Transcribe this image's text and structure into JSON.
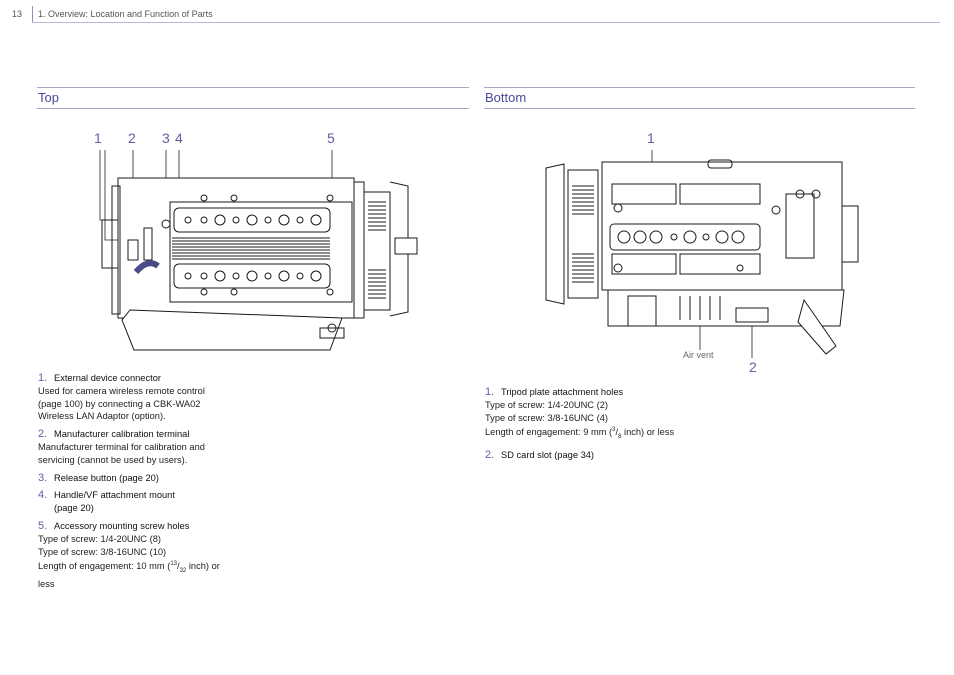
{
  "header": {
    "page_number": "13",
    "chapter_title": "1. Overview: Location and Function of Parts"
  },
  "top_section": {
    "title": "Top",
    "callouts": [
      "1",
      "2",
      "3",
      "4",
      "5"
    ],
    "items": [
      {
        "num": "1.",
        "title": "External device connector",
        "body": [
          "Used for camera wireless remote control",
          "(page 100) by connecting a CBK-WA02",
          "Wireless LAN Adaptor (option)."
        ]
      },
      {
        "num": "2.",
        "title": "Manufacturer calibration terminal",
        "body": [
          "Manufacturer terminal for calibration and",
          "servicing (cannot be used by users)."
        ]
      },
      {
        "num": "3.",
        "title": "Release button (page 20)",
        "body": []
      },
      {
        "num": "4.",
        "title": "Handle/VF attachment mount",
        "title2": "(page 20)",
        "body": []
      },
      {
        "num": "5.",
        "title": "Accessory mounting screw holes",
        "body": [
          "Type of screw: 1/4-20UNC (8)",
          "Type of screw: 3/8-16UNC (10)"
        ],
        "engagement_prefix": "Length of engagement: 10 mm (",
        "frac_num": "13",
        "frac_den": "32",
        "engagement_suffix": " inch) or",
        "engagement_end": "less"
      }
    ]
  },
  "bottom_section": {
    "title": "Bottom",
    "callouts": [
      "1",
      "2"
    ],
    "air_vent_label": "Air vent",
    "items": [
      {
        "num": "1.",
        "title": "Tripod plate attachment holes",
        "body": [
          "Type of screw: 1/4-20UNC (2)",
          "Type of screw: 3/8-16UNC (4)"
        ],
        "engagement_prefix": "Length of engagement: 9 mm (",
        "frac_num": "3",
        "frac_den": "8",
        "engagement_suffix": " inch) or less"
      },
      {
        "num": "2.",
        "title": "SD card slot (page 34)",
        "body": []
      }
    ]
  }
}
